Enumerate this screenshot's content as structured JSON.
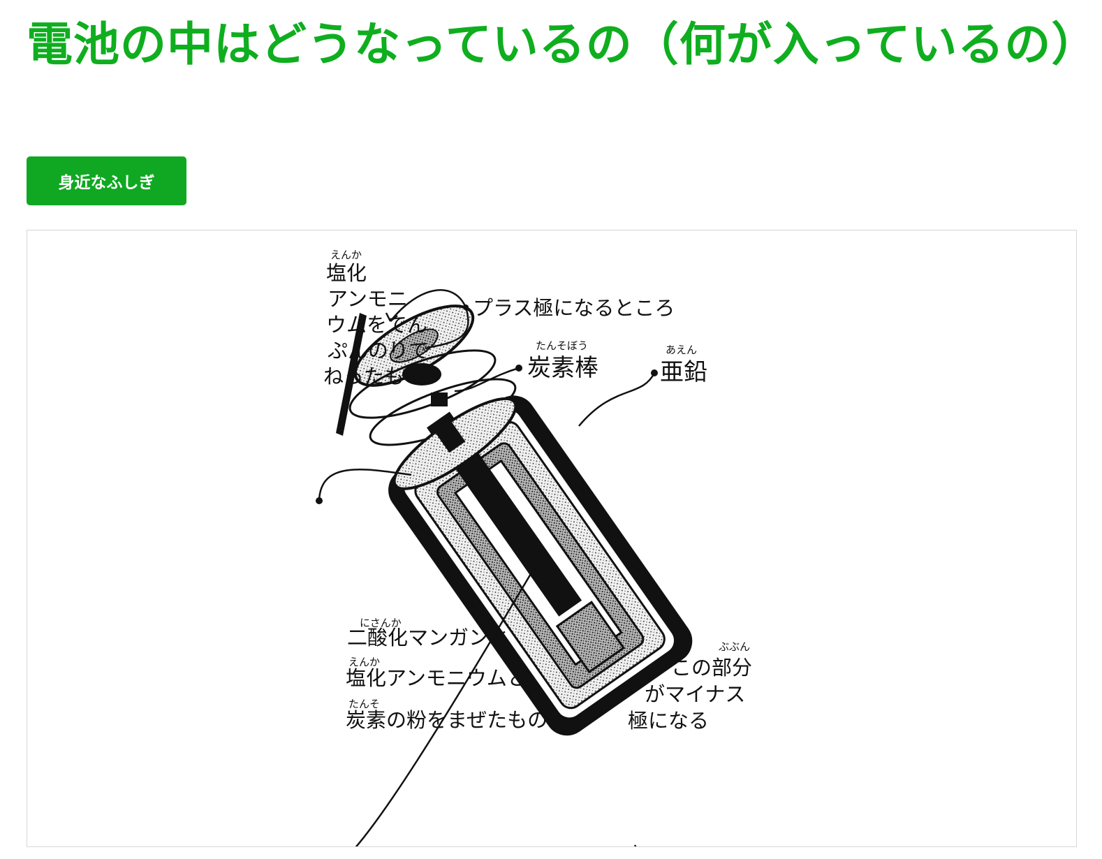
{
  "page": {
    "title": "電池の中はどうなっているの（何が入っているの）",
    "category_label": "身近なふしぎ"
  },
  "colors": {
    "title": "#0fae1f",
    "tag_background": "#10a822",
    "tag_text": "#ffffff",
    "frame_border": "#d6d6d6"
  },
  "illustration": {
    "labels": {
      "plus_pole": "プラス極になるところ",
      "carbon_rod": "炭素棒",
      "carbon_rod_ruby": "たんそぼう",
      "zinc": "亜鉛",
      "zinc_ruby": "あえん",
      "paste_line1": "塩化",
      "paste_ruby": "えんか",
      "paste_line2": "アンモニ",
      "paste_line3": "ウムをでん",
      "paste_line4": "ぷんのりで",
      "paste_line5": "ねったもの",
      "mix_line1": "二酸化マンガンと",
      "mix_ruby1": "にさんか",
      "mix_line2": "塩化アンモニウムと",
      "mix_ruby2": "えんか",
      "mix_line3": "炭素の粉をまぜたもの",
      "mix_ruby3": "たんそ",
      "minus_line1": "この部分",
      "minus_ruby": "ぶぶん",
      "minus_line2": "がマイナス",
      "minus_line3": "極になる"
    }
  }
}
